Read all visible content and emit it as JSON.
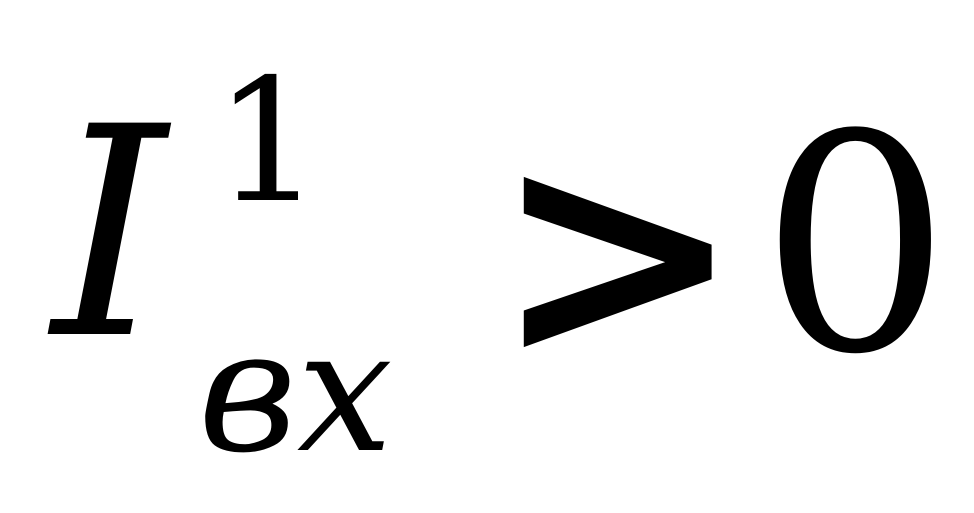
{
  "formula": {
    "variable": "I",
    "superscript": "1",
    "subscript": "вх",
    "relation": ">",
    "rhs": "0"
  }
}
